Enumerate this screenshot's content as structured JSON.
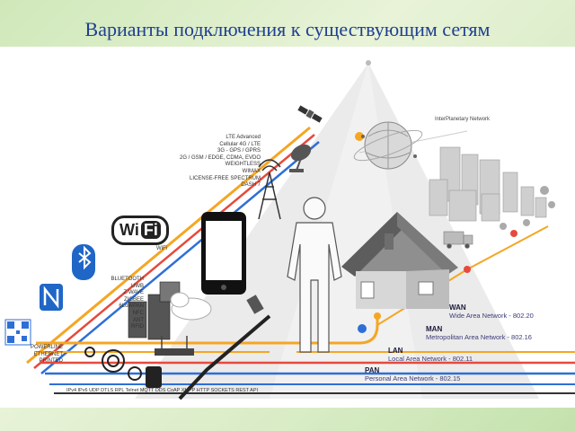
{
  "slide": {
    "title": "Варианты подключения к существующим сетям"
  },
  "diagram": {
    "wifi_logo": {
      "wi": "Wi",
      "fi": "Fi"
    },
    "cellular_labels": [
      "LTE Advanced",
      "Cellular 4G / LTE",
      "3G - GPS / GPRS",
      "2G / GSM / EDGE, CDMA, EVDO",
      "WEIGHTLESS",
      "WIMAX",
      "LICENSE-FREE SPECTRUM",
      "DASH 7"
    ],
    "wifi_label": "WiFi",
    "short_range_labels": [
      "BLUETOOTH",
      "UWB",
      "Z-WAVE",
      "ZIGBEE",
      "6LoWPAN",
      "NFC",
      "ANT",
      "RFID"
    ],
    "wired_labels": [
      "POWERLINE",
      "ETHERNET",
      "PRINTED"
    ],
    "protocols": "IPv4 IPv6 UDP DTLS RPL Telnet MQTT DDS CoAP XMPP HTTP SOCKETS REST API",
    "interplanetary": "InterPlanetary Network",
    "networks": [
      {
        "abbr": "WAN",
        "name": "Wide Area Network - 802.20",
        "color": "#f5a623"
      },
      {
        "abbr": "MAN",
        "name": "Metropolitan Area Network - 802.16",
        "color": "#e64a3c"
      },
      {
        "abbr": "LAN",
        "name": "Local Area Network - 802.11",
        "color": "#2e6fd6"
      },
      {
        "abbr": "PAN",
        "name": "Personal Area Network - 802.15",
        "color": "#333333"
      }
    ]
  }
}
